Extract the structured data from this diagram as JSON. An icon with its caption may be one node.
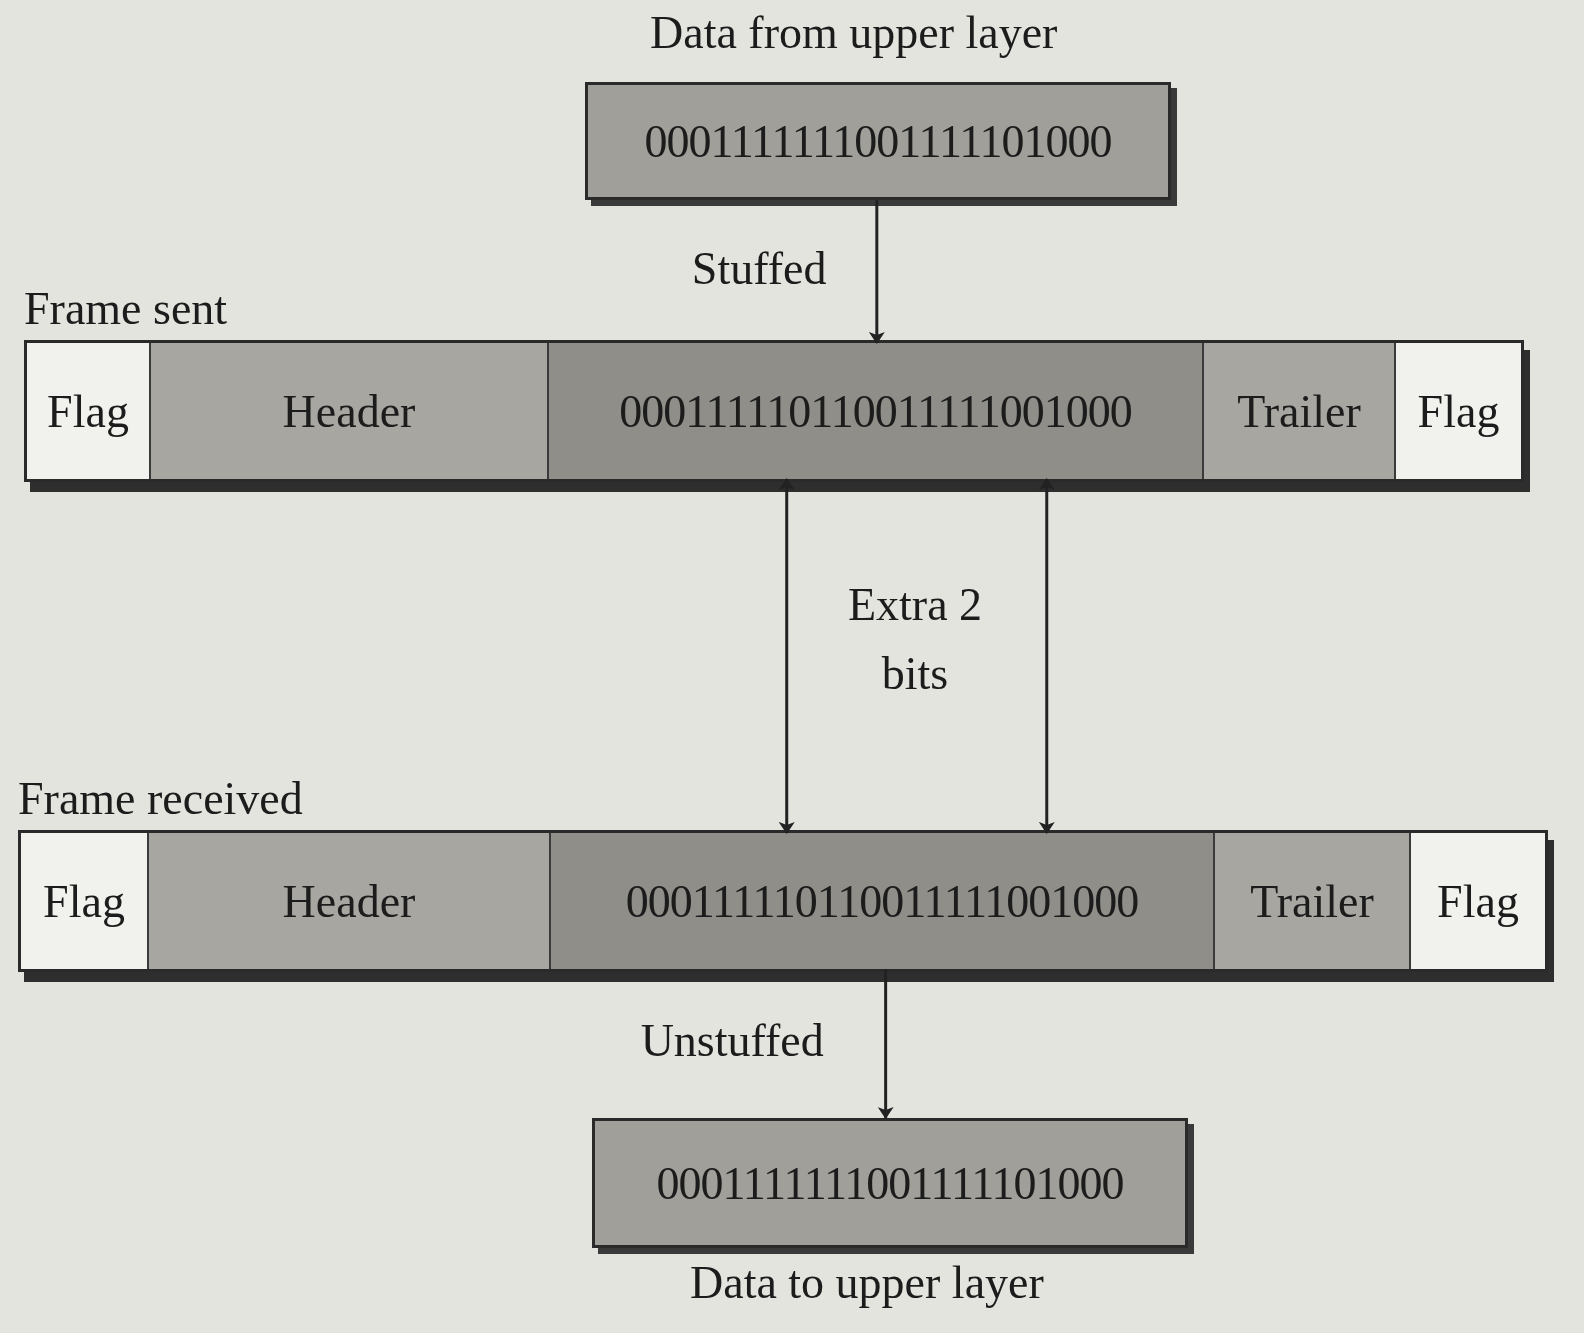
{
  "diagram": {
    "nodes": [
      {
        "text": [
          "Data from upper layer",
          "0001111111001111101000"
        ]
      },
      {
        "text": [
          "Frame sent"
        ]
      },
      {
        "text": [
          "Flag"
        ],
        "in": 1
      },
      {
        "text": [
          "Header"
        ],
        "in": 1
      },
      {
        "text": [
          "000111110110011111001000"
        ],
        "in": 1
      },
      {
        "text": [
          "Trailer"
        ],
        "in": 1
      },
      {
        "text": [
          "Flag"
        ],
        "in": 1
      },
      {
        "text": [
          "Frame received"
        ]
      },
      {
        "text": [
          "Flag"
        ],
        "in": 7
      },
      {
        "text": [
          "Header"
        ],
        "in": 7
      },
      {
        "text": [
          "000111110110011111001000"
        ],
        "in": 7
      },
      {
        "text": [
          "Trailer"
        ],
        "in": 7
      },
      {
        "text": [
          "Flag"
        ],
        "in": 7
      },
      {
        "text": [
          "0001111111001111101000",
          "Data to upper layer"
        ]
      }
    ],
    "edges": [
      {
        "from": 0,
        "to": 4,
        "arrow": "to",
        "label": "Stuffed"
      },
      {
        "from": 4,
        "to": 10,
        "arrow": "both"
      },
      {
        "from": 4,
        "to": 10,
        "arrow": "both"
      },
      {
        "from": 10,
        "to": 13,
        "arrow": "to",
        "label": "Unstuffed"
      }
    ],
    "labels": [
      "Extra 2 bits"
    ]
  }
}
